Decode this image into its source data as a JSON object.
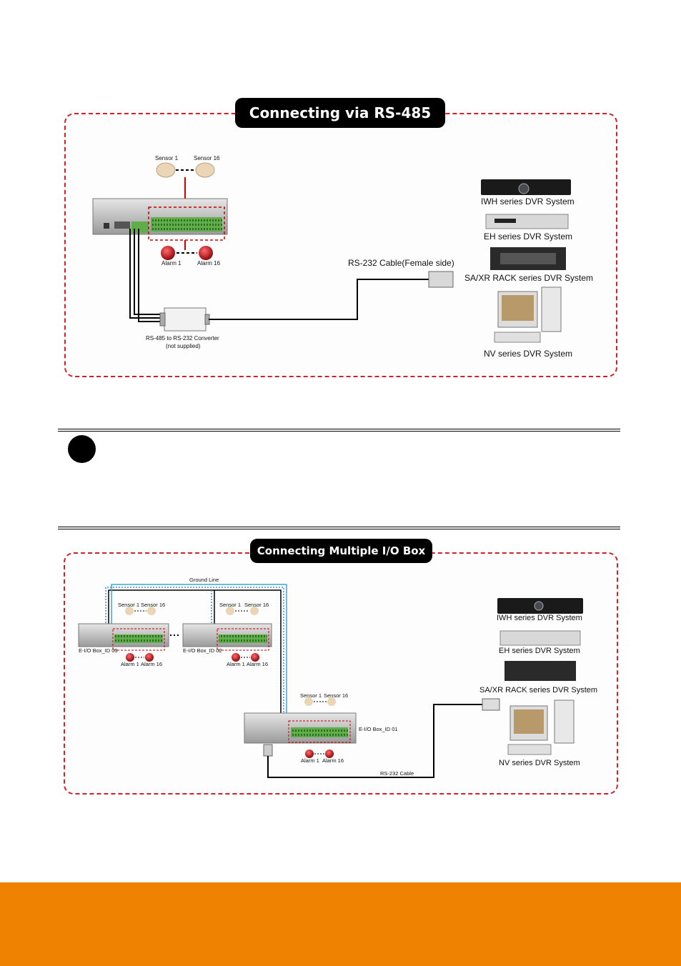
{
  "diagram1": {
    "title": "Connecting via RS-485",
    "sensor1": "Sensor 1",
    "sensor16": "Sensor 16",
    "alarm1": "Alarm 1",
    "alarm16": "Alarm 16",
    "cable": "RS-232 Cable(Female side)",
    "converter_line1": "RS-485 to RS-232 Converter",
    "converter_line2": "(not supplied)",
    "dvr": [
      "IWH series DVR System",
      "EH series DVR System",
      "SA/XR RACK series DVR System",
      "NV series DVR System"
    ]
  },
  "diagram2": {
    "title": "Connecting Multiple I/O Box",
    "ground_line": "Ground Line",
    "box3": {
      "label": "E-I/O Box_ID 03",
      "sensor1": "Sensor 1",
      "sensor16": "Sensor 16",
      "alarm1": "Alarm 1",
      "alarm16": "Alarm 16"
    },
    "box2": {
      "label": "E-I/O Box_ID 02",
      "sensor1": "Sensor 1",
      "sensor16": "Sensor 16",
      "alarm1": "Alarm 1",
      "alarm16": "Alarm 16"
    },
    "box1": {
      "label": "E-I/O Box_ID 01",
      "sensor1": "Sensor 1",
      "sensor16": "Sensor 16",
      "alarm1": "Alarm 1",
      "alarm16": "Alarm 16"
    },
    "cable": "RS-232 Cable",
    "dvr": [
      "IWH series DVR System",
      "EH series DVR System",
      "SA/XR RACK series DVR System",
      "NV series DVR System"
    ]
  },
  "colors": {
    "frame": "#d0202a",
    "footer": "#ef8200",
    "alarm": "#c0141c",
    "sensor": "#ead6b6",
    "terminal": "#5fae4a"
  }
}
